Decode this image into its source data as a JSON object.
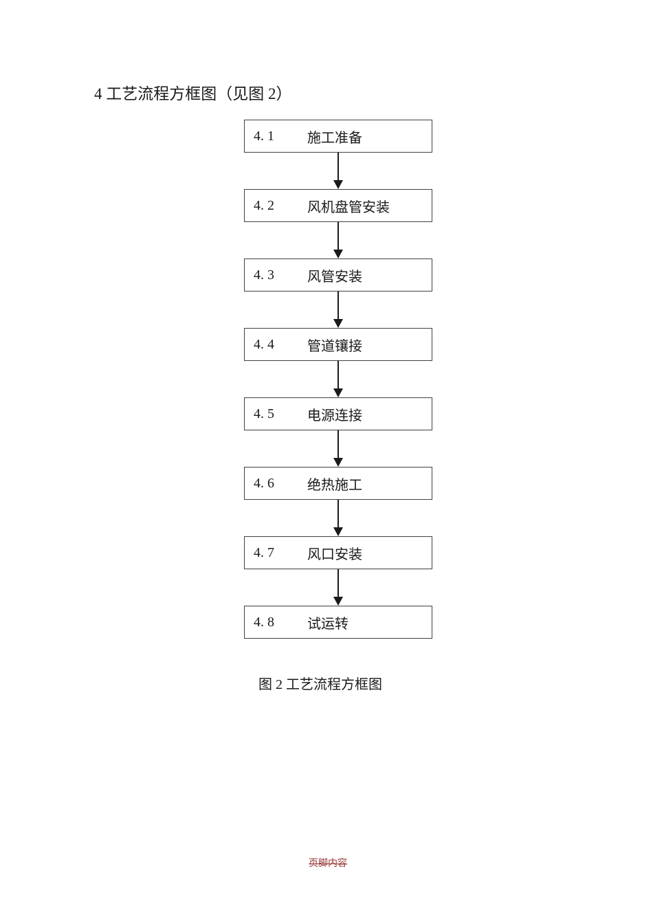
{
  "doc": {
    "heading": "4 工艺流程方框图（见图 2）",
    "figure_caption": "图 2 工艺流程方框图",
    "footer_note": "页脚内容"
  },
  "flowchart": {
    "direction": "top-down",
    "connector": "down-arrow",
    "steps": [
      {
        "num": "4. 1",
        "label": "施工准备"
      },
      {
        "num": "4. 2",
        "label": "风机盘管安装"
      },
      {
        "num": "4. 3",
        "label": "风管安装"
      },
      {
        "num": "4. 4",
        "label": "管道镶接"
      },
      {
        "num": "4. 5",
        "label": "电源连接"
      },
      {
        "num": "4. 6",
        "label": "绝热施工"
      },
      {
        "num": "4. 7",
        "label": "风口安装"
      },
      {
        "num": "4. 8",
        "label": "试运转"
      }
    ]
  },
  "colors": {
    "box_border": "#404040",
    "text": "#1a1a1a",
    "footer_red": "#953735",
    "page_background": "#ffffff"
  }
}
